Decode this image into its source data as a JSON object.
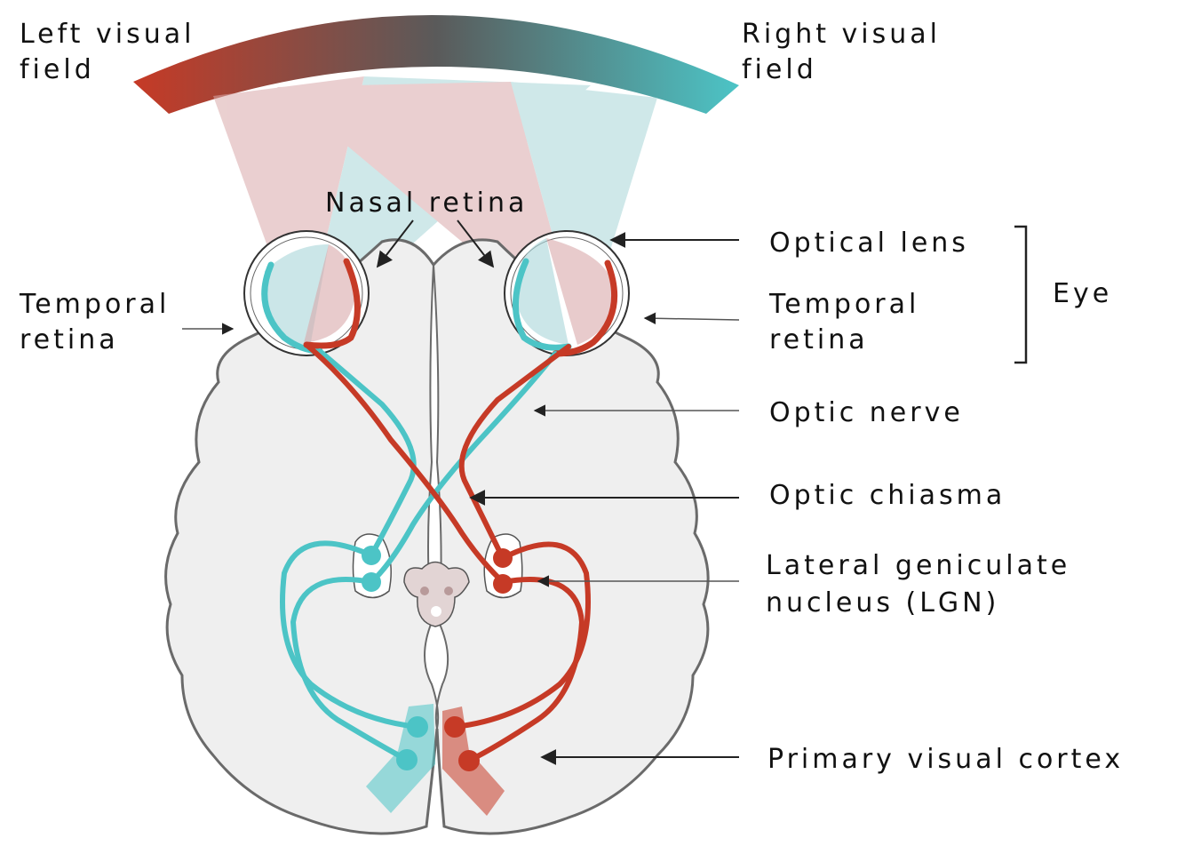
{
  "labels": {
    "left_visual_field": [
      "Left visual",
      "field"
    ],
    "right_visual_field": [
      "Right visual",
      "field"
    ],
    "nasal_retina": "Nasal retina",
    "optical_lens": "Optical lens",
    "temporal_retina_left": [
      "Temporal",
      "retina"
    ],
    "temporal_retina_right": [
      "Temporal",
      "retina"
    ],
    "eye": "Eye",
    "optic_nerve": "Optic nerve",
    "optic_chiasma": "Optic chiasma",
    "lgn": [
      "Lateral geniculate",
      "nucleus (LGN)"
    ],
    "primary_visual_cortex": "Primary visual cortex"
  },
  "colors": {
    "left_field": "#c63a26",
    "right_field": "#4cc4c6",
    "brain_fill": "#efefef",
    "brain_outline": "#6a6a6a",
    "red_cone": "#d9a9aa",
    "teal_cone": "#a9d6d8"
  }
}
